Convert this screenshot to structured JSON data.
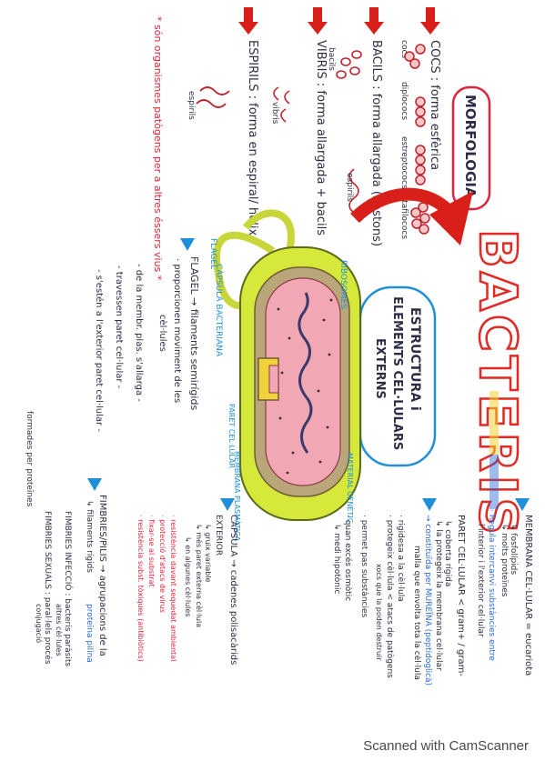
{
  "title": "BACTERIS",
  "morfologia": {
    "heading": "MORFOLOGIA",
    "cocs": "COCS : forma esfèrica",
    "cocs_types": [
      "cocs",
      "diplococs",
      "estreptococs",
      "estafilococs"
    ],
    "bacils": "BACILS : forma allargada (bastons)",
    "bacils_sub": [
      "bacils",
      "espirils"
    ],
    "vibris": "VIBRIS : forma allargada + bacils",
    "vibris_label": "vibris",
    "espirils": "ESPIRILS : forma en espiral/ hèlix",
    "espirils_label": "espirils",
    "note": "* són organismes patògens per a altres éssers vius *"
  },
  "estructura": {
    "heading_lines": [
      "ESTRUCTURA i",
      "ELEMENTS CEL·LULARS",
      "EXTERNS"
    ]
  },
  "diagram_labels": {
    "flagel": "FLAGEL",
    "capsula": "CÀPSULA BACTERIANA",
    "ribosomes": "RIBOSOMES",
    "material": "MATERIAL GENÈTIC",
    "paret": "PARET CEL·LULAR",
    "membrana": "MEMBRANA PLASMÀTICA"
  },
  "flagel_notes": [
    "FLAGEL → filaments semirígids",
    "· proporcionen moviment de les",
    "cèl·lules",
    "- de la membr. plas. s'allarga -",
    "- travessen paret cel·lular -",
    "- s'estén a l'exterior paret cel·lular -"
  ],
  "membrana_notes": [
    "MEMBRANA CEL·LULAR = eucariota",
    "↳ fosfolípids",
    "↳ molts proteïnes",
    "· Regula intercanvi substàncies entre",
    "l'interior i l'exterior cel·lular"
  ],
  "paret_notes": [
    "PARET CEL·LULAR < gram+ / gram-",
    "↳ coberta rígida",
    "↳ la protegeix la membrana cel·lular",
    "→ constituïda per MUREÏNA (peptidoglicà)",
    "malla que envolta tota la cèl·lula",
    "· rigidesa a la cèl·lula",
    "· protegeix cèl·lula < atacs de patògens",
    "xocs que la poden destruir",
    "· permet pas substàncies",
    "· quan excés osmòtic",
    "↳ medi hipotònic"
  ],
  "capsula_notes": [
    "CÀPSULA → cadenes polisacàrids",
    "EXTERIOR",
    "↳ gruix variable",
    "↳ més paret externa cèl·lula",
    "↳ en algunes cèl·lules",
    "· resistència davant sequedat ambiental",
    "· protecció d'atacs de virus",
    "· fixar-se al substrat",
    "· resistència subst. tòxiques (antibiòtics)"
  ],
  "fimbries_notes": [
    "FIMBRIES/PILIS → agrupacions de la",
    "↳ filaments rígids",
    "proteïna pilina",
    "FIMBRIES INFECCIÓ : bacteris paràsits",
    "altres cèl·lules",
    "FIMBRIES SEXUALS : paral·lels procés",
    "conjugació",
    "formades per proteïnes"
  ],
  "colors": {
    "title": "#e02a23",
    "arrow": "#d81f1a",
    "blue_arrow": "#1f8fd8",
    "capsule": "#d6e83a",
    "cytoplasm": "#f1a7b4",
    "wall": "#b9a77a",
    "ink": "#2d2e45",
    "accent_blue": "#2c6bd6",
    "accent_red": "#e0243c"
  },
  "footer": "Scanned with CamScanner"
}
